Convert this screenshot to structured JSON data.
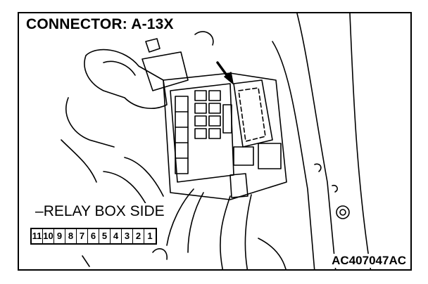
{
  "title": "CONNECTOR: A-13X",
  "side_label": "RELAY BOX SIDE",
  "pins": [
    "11",
    "10",
    "9",
    "8",
    "7",
    "6",
    "5",
    "4",
    "3",
    "2",
    "1"
  ],
  "figure_code": "AC407047AC"
}
